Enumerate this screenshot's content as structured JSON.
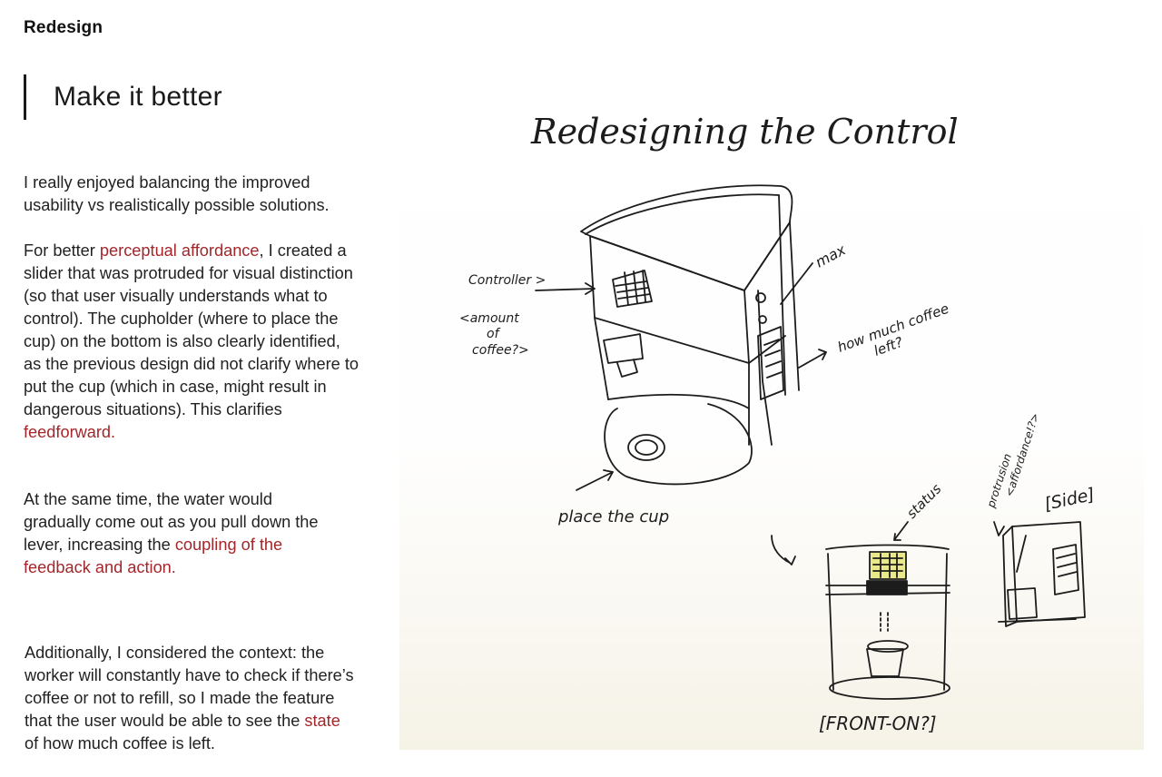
{
  "section": {
    "label": "Redesign"
  },
  "heading": {
    "title": "Make it better"
  },
  "paragraphs": {
    "p1": "I really enjoyed balancing the improved usability vs realistically possible solutions.",
    "p2": {
      "before": "For better ",
      "link1": "perceptual affordance",
      "middle": ", I created a slider that was protruded for visual distinction (so that user visually understands what to control). The cupholder (where to place the cup) on the bottom is also clearly identified, as the previous design did not clarify where to put the cup (which in case, might result in dangerous situations). This clarifies ",
      "link2": "feedforward."
    },
    "p3": {
      "before": "At the same time, the water would gradually come out as you pull down the lever, increasing the ",
      "link": "coupling of the feedback and action."
    },
    "p4": {
      "before": "Additionally, I considered the context: the worker will constantly have to check if there’s coffee or not to refill, so I made the feature that the user would be able to see the ",
      "link": "state",
      "after": " of how much coffee is left."
    }
  },
  "sketch": {
    "title": "Redesigning the Control",
    "annotations": {
      "controller": "Controller >",
      "amount_line1": "<amount",
      "amount_line2": "of",
      "amount_line3": "coffee?>",
      "max": "max",
      "how_much_line1": "how much coffee",
      "how_much_line2": "left?",
      "place_cup": "place the cup",
      "status": "status",
      "protrusion_line1": "protrusion",
      "protrusion_line2": "<affordance!?>",
      "side": "[Side]",
      "front_on": "[FRONT-ON?]"
    }
  },
  "colors": {
    "accent": "#a3262a",
    "text": "#222222",
    "ink": "#1c1c1c",
    "highlight": "#e9e88a"
  }
}
